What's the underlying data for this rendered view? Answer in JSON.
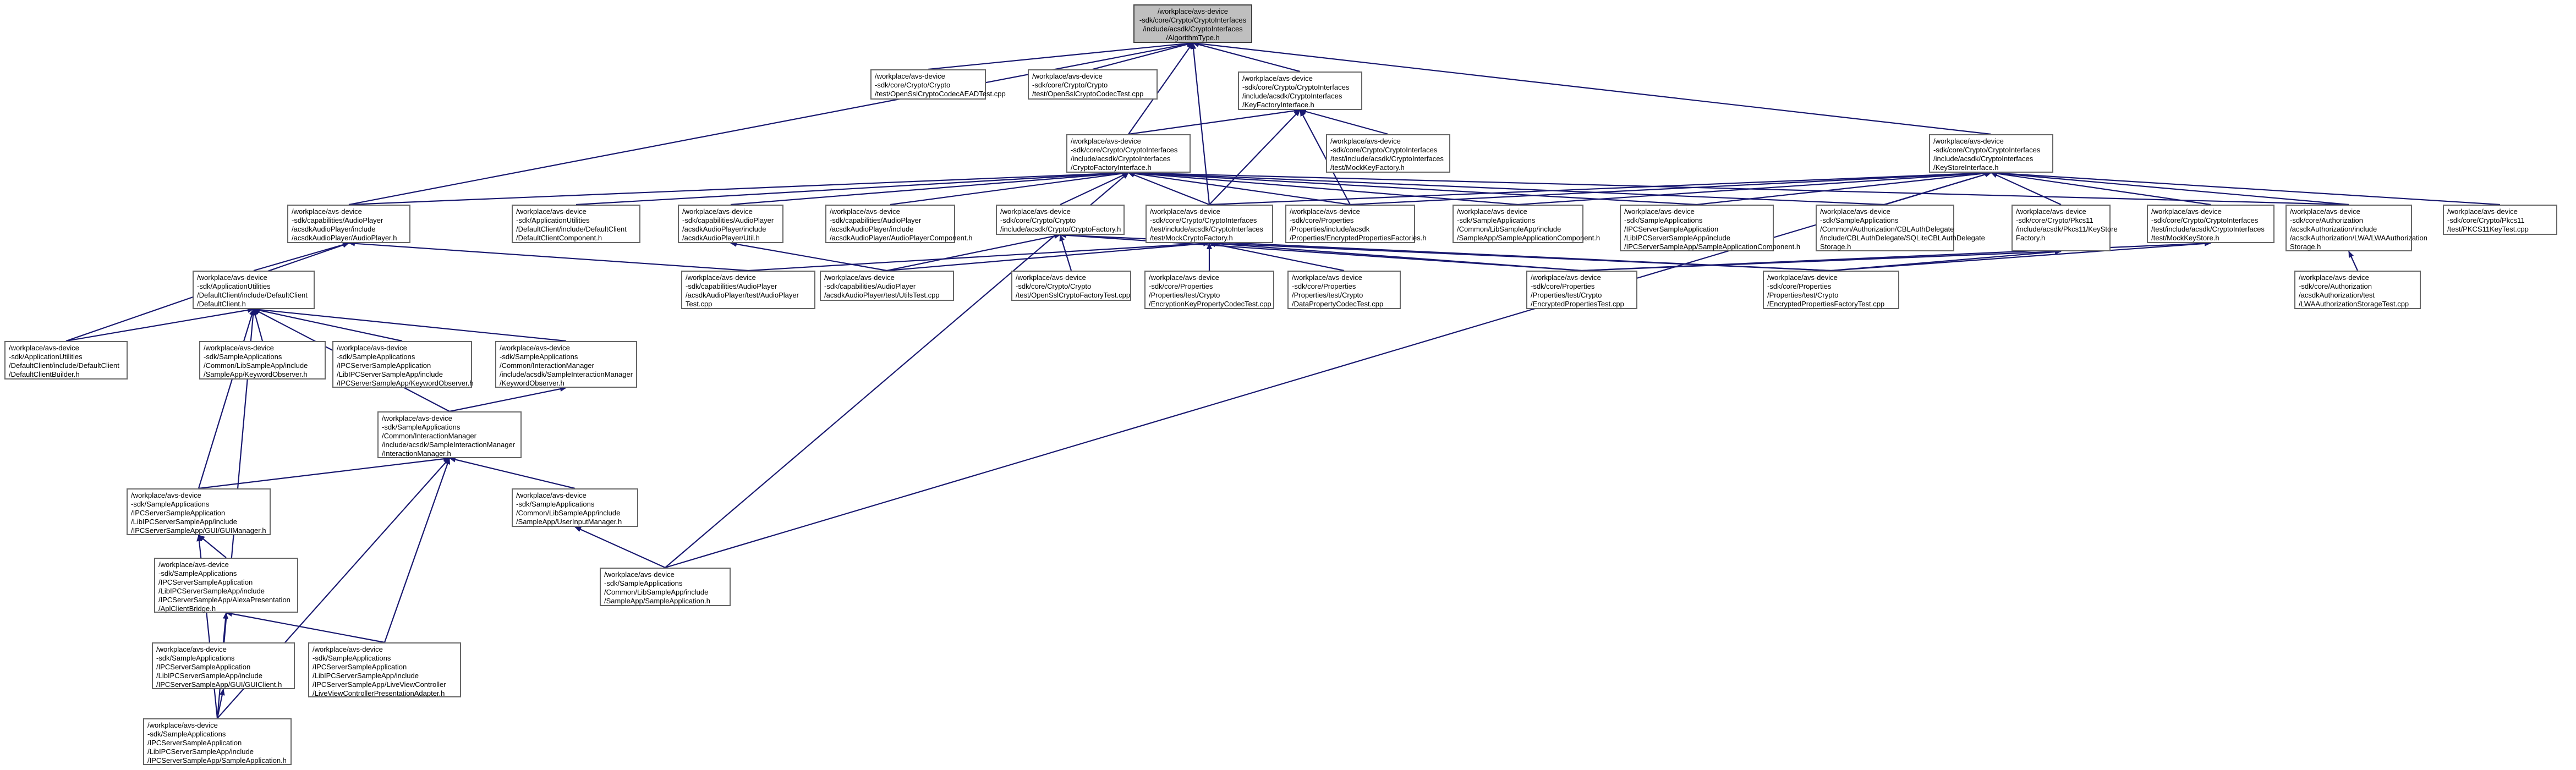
{
  "graph": {
    "edge_color": "#191970",
    "node_border": "#666666",
    "root_fill": "#bfbfbf",
    "nodes": [
      {
        "id": "root",
        "lines": [
          "/workplace/avs-device",
          "-sdk/core/Crypto/CryptoInterfaces",
          "/include/acsdk/CryptoInterfaces",
          "/AlgorithmType.h"
        ]
      },
      {
        "id": "aeadtest",
        "lines": [
          "/workplace/avs-device",
          "-sdk/core/Crypto/Crypto",
          "/test/OpenSslCryptoCodecAEADTest.cpp"
        ]
      },
      {
        "id": "codectest",
        "lines": [
          "/workplace/avs-device",
          "-sdk/core/Crypto/Crypto",
          "/test/OpenSslCryptoCodecTest.cpp"
        ]
      },
      {
        "id": "keyfactory",
        "lines": [
          "/workplace/avs-device",
          "-sdk/core/Crypto/CryptoInterfaces",
          "/include/acsdk/CryptoInterfaces",
          "/KeyFactoryInterface.h"
        ]
      },
      {
        "id": "mockkeyfactory",
        "lines": [
          "/workplace/avs-device",
          "-sdk/core/Crypto/CryptoInterfaces",
          "/test/include/acsdk/CryptoInterfaces",
          "/test/MockKeyFactory.h"
        ]
      },
      {
        "id": "cryptofactory",
        "lines": [
          "/workplace/avs-device",
          "-sdk/core/Crypto/CryptoInterfaces",
          "/include/acsdk/CryptoInterfaces",
          "/CryptoFactoryInterface.h"
        ]
      },
      {
        "id": "keystore",
        "lines": [
          "/workplace/avs-device",
          "-sdk/core/Crypto/CryptoInterfaces",
          "/include/acsdk/CryptoInterfaces",
          "/KeyStoreInterface.h"
        ]
      },
      {
        "id": "audioplayer",
        "lines": [
          "/workplace/avs-device",
          "-sdk/capabilities/AudioPlayer",
          "/acsdkAudioPlayer/include",
          "/acsdkAudioPlayer/AudioPlayer.h"
        ]
      },
      {
        "id": "defaultclientcomp",
        "lines": [
          "/workplace/avs-device",
          "-sdk/ApplicationUtilities",
          "/DefaultClient/include/DefaultClient",
          "/DefaultClientComponent.h"
        ]
      },
      {
        "id": "apuutil",
        "lines": [
          "/workplace/avs-device",
          "-sdk/capabilities/AudioPlayer",
          "/acsdkAudioPlayer/include",
          "/acsdkAudioPlayer/Util.h"
        ]
      },
      {
        "id": "apcomponent",
        "lines": [
          "/workplace/avs-device",
          "-sdk/capabilities/AudioPlayer",
          "/acsdkAudioPlayer/include",
          "/acsdkAudioPlayer/AudioPlayerComponent.h"
        ]
      },
      {
        "id": "cryptofactoryh",
        "lines": [
          "/workplace/avs-device",
          "-sdk/core/Crypto/Crypto",
          "/include/acsdk/Crypto/CryptoFactory.h"
        ]
      },
      {
        "id": "mockcryptofactory",
        "lines": [
          "/workplace/avs-device",
          "-sdk/core/Crypto/CryptoInterfaces",
          "/test/include/acsdk/CryptoInterfaces",
          "/test/MockCryptoFactory.h"
        ]
      },
      {
        "id": "encpropfactories",
        "lines": [
          "/workplace/avs-device",
          "-sdk/core/Properties",
          "/Properties/include/acsdk",
          "/Properties/EncryptedPropertiesFactories.h"
        ]
      },
      {
        "id": "libappcomponent",
        "lines": [
          "/workplace/avs-device",
          "-sdk/SampleApplications",
          "/Common/LibSampleApp/include",
          "/SampleApp/SampleApplicationComponent.h"
        ]
      },
      {
        "id": "ipcappcomponent",
        "lines": [
          "/workplace/avs-device",
          "-sdk/SampleApplications",
          "/IPCServerSampleApplication",
          "/LibIPCServerSampleApp/include",
          "/IPCServerSampleApp/SampleApplicationComponent.h"
        ]
      },
      {
        "id": "sqlitecbl",
        "lines": [
          "/workplace/avs-device",
          "-sdk/SampleApplications",
          "/Common/Authorization/CBLAuthDelegate",
          "/include/CBLAuthDelegate/SQLiteCBLAuthDelegate",
          "Storage.h"
        ]
      },
      {
        "id": "pkcs11keystore",
        "lines": [
          "/workplace/avs-device",
          "-sdk/core/Crypto/Pkcs11",
          "/include/acsdk/Pkcs11/KeyStore",
          "Factory.h"
        ]
      },
      {
        "id": "mockkeystore",
        "lines": [
          "/workplace/avs-device",
          "-sdk/core/Crypto/CryptoInterfaces",
          "/test/include/acsdk/CryptoInterfaces",
          "/test/MockKeyStore.h"
        ]
      },
      {
        "id": "lwastorage",
        "lines": [
          "/workplace/avs-device",
          "-sdk/core/Authorization",
          "/acsdkAuthorization/include",
          "/acsdkAuthorization/LWA/LWAAuthorization",
          "Storage.h"
        ]
      },
      {
        "id": "pkcs11test",
        "lines": [
          "/workplace/avs-device",
          "-sdk/core/Crypto/Pkcs11",
          "/test/PKCS11KeyTest.cpp"
        ]
      },
      {
        "id": "defaultclienth",
        "lines": [
          "/workplace/avs-device",
          "-sdk/ApplicationUtilities",
          "/DefaultClient/include/DefaultClient",
          "/DefaultClient.h"
        ]
      },
      {
        "id": "aptest",
        "lines": [
          "/workplace/avs-device",
          "-sdk/capabilities/AudioPlayer",
          "/acsdkAudioPlayer/test/AudioPlayer",
          "Test.cpp"
        ]
      },
      {
        "id": "utilstest",
        "lines": [
          "/workplace/avs-device",
          "-sdk/capabilities/AudioPlayer",
          "/acsdkAudioPlayer/test/UtilsTest.cpp"
        ]
      },
      {
        "id": "cryptofactorytest",
        "lines": [
          "/workplace/avs-device",
          "-sdk/core/Crypto/Crypto",
          "/test/OpenSslCryptoFactoryTest.cpp"
        ]
      },
      {
        "id": "enckeypropcodec",
        "lines": [
          "/workplace/avs-device",
          "-sdk/core/Properties",
          "/Properties/test/Crypto",
          "/EncryptionKeyPropertyCodecTest.cpp"
        ]
      },
      {
        "id": "datapropcodec",
        "lines": [
          "/workplace/avs-device",
          "-sdk/core/Properties",
          "/Properties/test/Crypto",
          "/DataPropertyCodecTest.cpp"
        ]
      },
      {
        "id": "encproptest",
        "lines": [
          "/workplace/avs-device",
          "-sdk/core/Properties",
          "/Properties/test/Crypto",
          "/EncryptedPropertiesTest.cpp"
        ]
      },
      {
        "id": "encpropfactorytest",
        "lines": [
          "/workplace/avs-device",
          "-sdk/core/Properties",
          "/Properties/test/Crypto",
          "/EncryptedPropertiesFactoryTest.cpp"
        ]
      },
      {
        "id": "lwastoragetest",
        "lines": [
          "/workplace/avs-device",
          "-sdk/core/Authorization",
          "/acsdkAuthorization/test",
          "/LWAAuthorizationStorageTest.cpp"
        ]
      },
      {
        "id": "defaultclientbuilder",
        "lines": [
          "/workplace/avs-device",
          "-sdk/ApplicationUtilities",
          "/DefaultClient/include/DefaultClient",
          "/DefaultClientBuilder.h"
        ]
      },
      {
        "id": "libkwobserver",
        "lines": [
          "/workplace/avs-device",
          "-sdk/SampleApplications",
          "/Common/LibSampleApp/include",
          "/SampleApp/KeywordObserver.h"
        ]
      },
      {
        "id": "ipckwobserver",
        "lines": [
          "/workplace/avs-device",
          "-sdk/SampleApplications",
          "/IPCServerSampleApplication",
          "/LibIPCServerSampleApp/include",
          "/IPCServerSampleApp/KeywordObserver.h"
        ]
      },
      {
        "id": "simkwobserver",
        "lines": [
          "/workplace/avs-device",
          "-sdk/SampleApplications",
          "/Common/InteractionManager",
          "/include/acsdk/SampleInteractionManager",
          "/KeywordObserver.h"
        ]
      },
      {
        "id": "interactionmanager",
        "lines": [
          "/workplace/avs-device",
          "-sdk/SampleApplications",
          "/Common/InteractionManager",
          "/include/acsdk/SampleInteractionManager",
          "/InteractionManager.h"
        ]
      },
      {
        "id": "guimanager",
        "lines": [
          "/workplace/avs-device",
          "-sdk/SampleApplications",
          "/IPCServerSampleApplication",
          "/LibIPCServerSampleApp/include",
          "/IPCServerSampleApp/GUI/GUIManager.h"
        ]
      },
      {
        "id": "userinputmanager",
        "lines": [
          "/workplace/avs-device",
          "-sdk/SampleApplications",
          "/Common/LibSampleApp/include",
          "/SampleApp/UserInputManager.h"
        ]
      },
      {
        "id": "sampleapplicationh",
        "lines": [
          "/workplace/avs-device",
          "-sdk/SampleApplications",
          "/Common/LibSampleApp/include",
          "/SampleApp/SampleApplication.h"
        ]
      },
      {
        "id": "aplclientbridge",
        "lines": [
          "/workplace/avs-device",
          "-sdk/SampleApplications",
          "/IPCServerSampleApplication",
          "/LibIPCServerSampleApp/include",
          "/IPCServerSampleApp/AlexaPresentation",
          "/AplClientBridge.h"
        ]
      },
      {
        "id": "guiclient",
        "lines": [
          "/workplace/avs-device",
          "-sdk/SampleApplications",
          "/IPCServerSampleApplication",
          "/LibIPCServerSampleApp/include",
          "/IPCServerSampleApp/GUI/GUIClient.h"
        ]
      },
      {
        "id": "liveviewadapter",
        "lines": [
          "/workplace/avs-device",
          "-sdk/SampleApplications",
          "/IPCServerSampleApplication",
          "/LibIPCServerSampleApp/include",
          "/IPCServerSampleApp/LiveViewController",
          "/LiveViewControllerPresentationAdapter.h"
        ]
      },
      {
        "id": "ipcsampleapplication",
        "lines": [
          "/workplace/avs-device",
          "-sdk/SampleApplications",
          "/IPCServerSampleApplication",
          "/LibIPCServerSampleApp/include",
          "/IPCServerSampleApp/SampleApplication.h"
        ]
      }
    ]
  }
}
